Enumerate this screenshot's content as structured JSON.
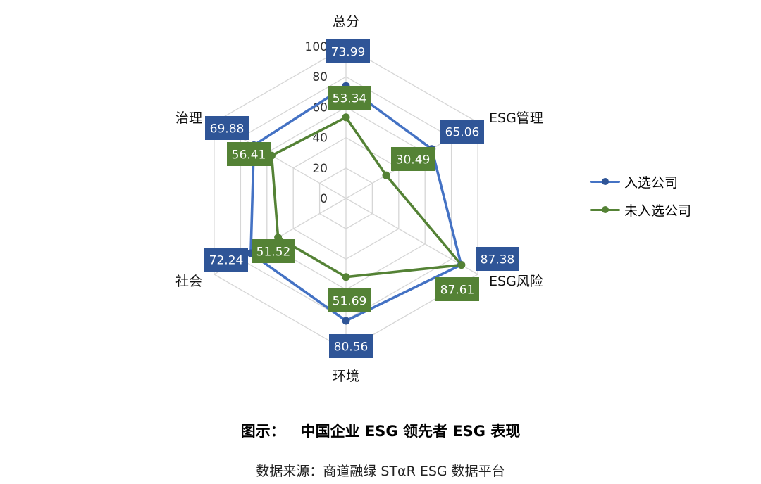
{
  "chart_data": {
    "type": "radar",
    "axes": [
      "总分",
      "ESG管理",
      "ESG风险",
      "环境",
      "社会",
      "治理"
    ],
    "rlim": [
      0,
      100
    ],
    "rticks": [
      "0",
      "20",
      "40",
      "60",
      "80",
      "100"
    ],
    "grid": true,
    "legend_position": "right",
    "series": [
      {
        "name": "入选公司",
        "color": "#4472C4",
        "label_bg": "#2F5597",
        "values": [
          73.99,
          65.06,
          87.38,
          80.56,
          72.24,
          69.88
        ],
        "labels": [
          "73.99",
          "65.06",
          "87.38",
          "80.56",
          "72.24",
          "69.88"
        ]
      },
      {
        "name": "未入选公司",
        "color": "#548235",
        "label_bg": "#548235",
        "values": [
          53.34,
          30.49,
          87.61,
          51.69,
          51.52,
          56.41
        ],
        "labels": [
          "53.34",
          "30.49",
          "87.61",
          "51.69",
          "51.52",
          "56.41"
        ]
      }
    ]
  },
  "caption": {
    "title_prefix": "图示：",
    "title": "中国企业 ESG 领先者 ESG 表现",
    "source": "数据来源：商道融绿 STαR ESG 数据平台"
  }
}
